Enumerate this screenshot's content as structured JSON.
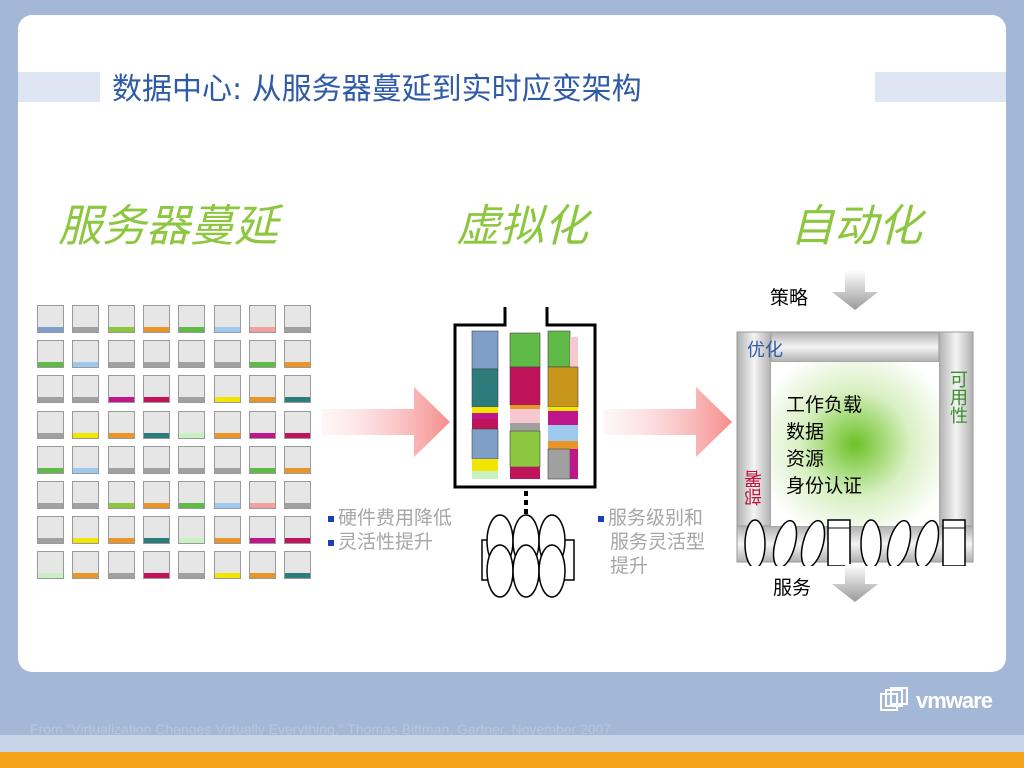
{
  "title": "数据中心: 从服务器蔓延到实时应变架构",
  "sections": {
    "sprawl": "服务器蔓延",
    "virtualization": "虚拟化",
    "automation": "自动化"
  },
  "bullets_left": [
    "硬件费用降低",
    "灵活性提升"
  ],
  "bullets_right": [
    "服务级别和服务灵活型提升"
  ],
  "automation": {
    "policy_label": "策略",
    "optimize_label": "优化",
    "availability_label": "可用性",
    "deploy_label": "部署",
    "service_label": "服务",
    "center_items": [
      "工作负载",
      "数据",
      "资源",
      "身份认证"
    ]
  },
  "footer": "From \"Virtualization Changes Virtually Everything,\" Thomas Bittman, Gartner, November 2007",
  "logo": "vmware",
  "colors": {
    "title": "#2e5aa8",
    "heading": "#8dc63f",
    "bullet_text": "#a6a6a6",
    "optimize": "#2e5aa8",
    "availability": "#3a8f2a",
    "deploy": "#c0143c",
    "accent_orange": "#f4a21a"
  },
  "server_bar_colors": [
    [
      "#7f9fc8",
      "#a0a0a0",
      "#8dc63f",
      "#e8962a",
      "#5fba47",
      "#9ec9ec",
      "#f2a0a0",
      "#a0a0a0"
    ],
    [
      "#5fba47",
      "#9ec9ec",
      "#a0a0a0",
      "#a0a0a0",
      "#a0a0a0",
      "#a0a0a0",
      "#5fba47",
      "#e8962a"
    ],
    [
      "#a0a0a0",
      "#a0a0a0",
      "#c0168c",
      "#c0145a",
      "#a0a0a0",
      "#f2e600",
      "#e8962a",
      "#2e7b7b"
    ],
    [
      "#a0a0a0",
      "#f2e600",
      "#e8962a",
      "#2e7b7b",
      "#c8f0c0",
      "#e8962a",
      "#c0168c",
      "#c0145a"
    ],
    [
      "#5fba47",
      "#9ec9ec",
      "#a0a0a0",
      "#a0a0a0",
      "#a0a0a0",
      "#a0a0a0",
      "#5fba47",
      "#e8962a"
    ],
    [
      "#a0a0a0",
      "#a0a0a0",
      "#8dc63f",
      "#e8962a",
      "#5fba47",
      "#9ec9ec",
      "#f2a0a0",
      "#a0a0a0"
    ],
    [
      "#a0a0a0",
      "#f2e600",
      "#e8962a",
      "#2e7b7b",
      "#c8f0c0",
      "#e8962a",
      "#c0168c",
      "#c0145a"
    ],
    [
      "#c8f0c0",
      "#e8962a",
      "#a0a0a0",
      "#c0145a",
      "#a0a0a0",
      "#f2e600",
      "#e8962a",
      "#2e7b7b"
    ]
  ]
}
